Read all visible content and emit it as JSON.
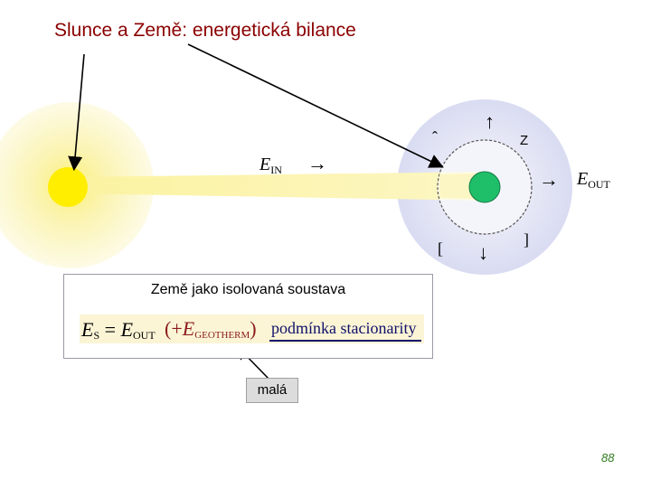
{
  "title": "Slunce a Země: energetická bilance",
  "labels": {
    "e_in_main": "E",
    "e_in_sub": "IN",
    "e_out_main": "E",
    "e_out_sub": "OUT",
    "arrow_right": "→",
    "arrow_up": "↑",
    "arrow_down": "↓",
    "caret": "ˆ",
    "z": "Z",
    "bracket_left": "[",
    "bracket_right": "]"
  },
  "box": {
    "title": "Země jako isolovaná soustava",
    "lhs_main": "E",
    "lhs_sub": "S",
    "eq": " = ",
    "eout_main": "E",
    "eout_sub": "OUT",
    "paren_open": "(+",
    "egeo_main": "E",
    "egeo_sub": "GEOTHERM",
    "paren_close": ")",
    "condition": "podmínka stacionarity"
  },
  "callout": "malá",
  "page_number": "88",
  "colors": {
    "title": "#8b0000",
    "sun_core": "#ffee00",
    "sun_glow": "#fbf5b0",
    "beam": "#fbf3a8",
    "earth": "#1fbf6a",
    "earth_halo": "#dfe2f4"
  }
}
